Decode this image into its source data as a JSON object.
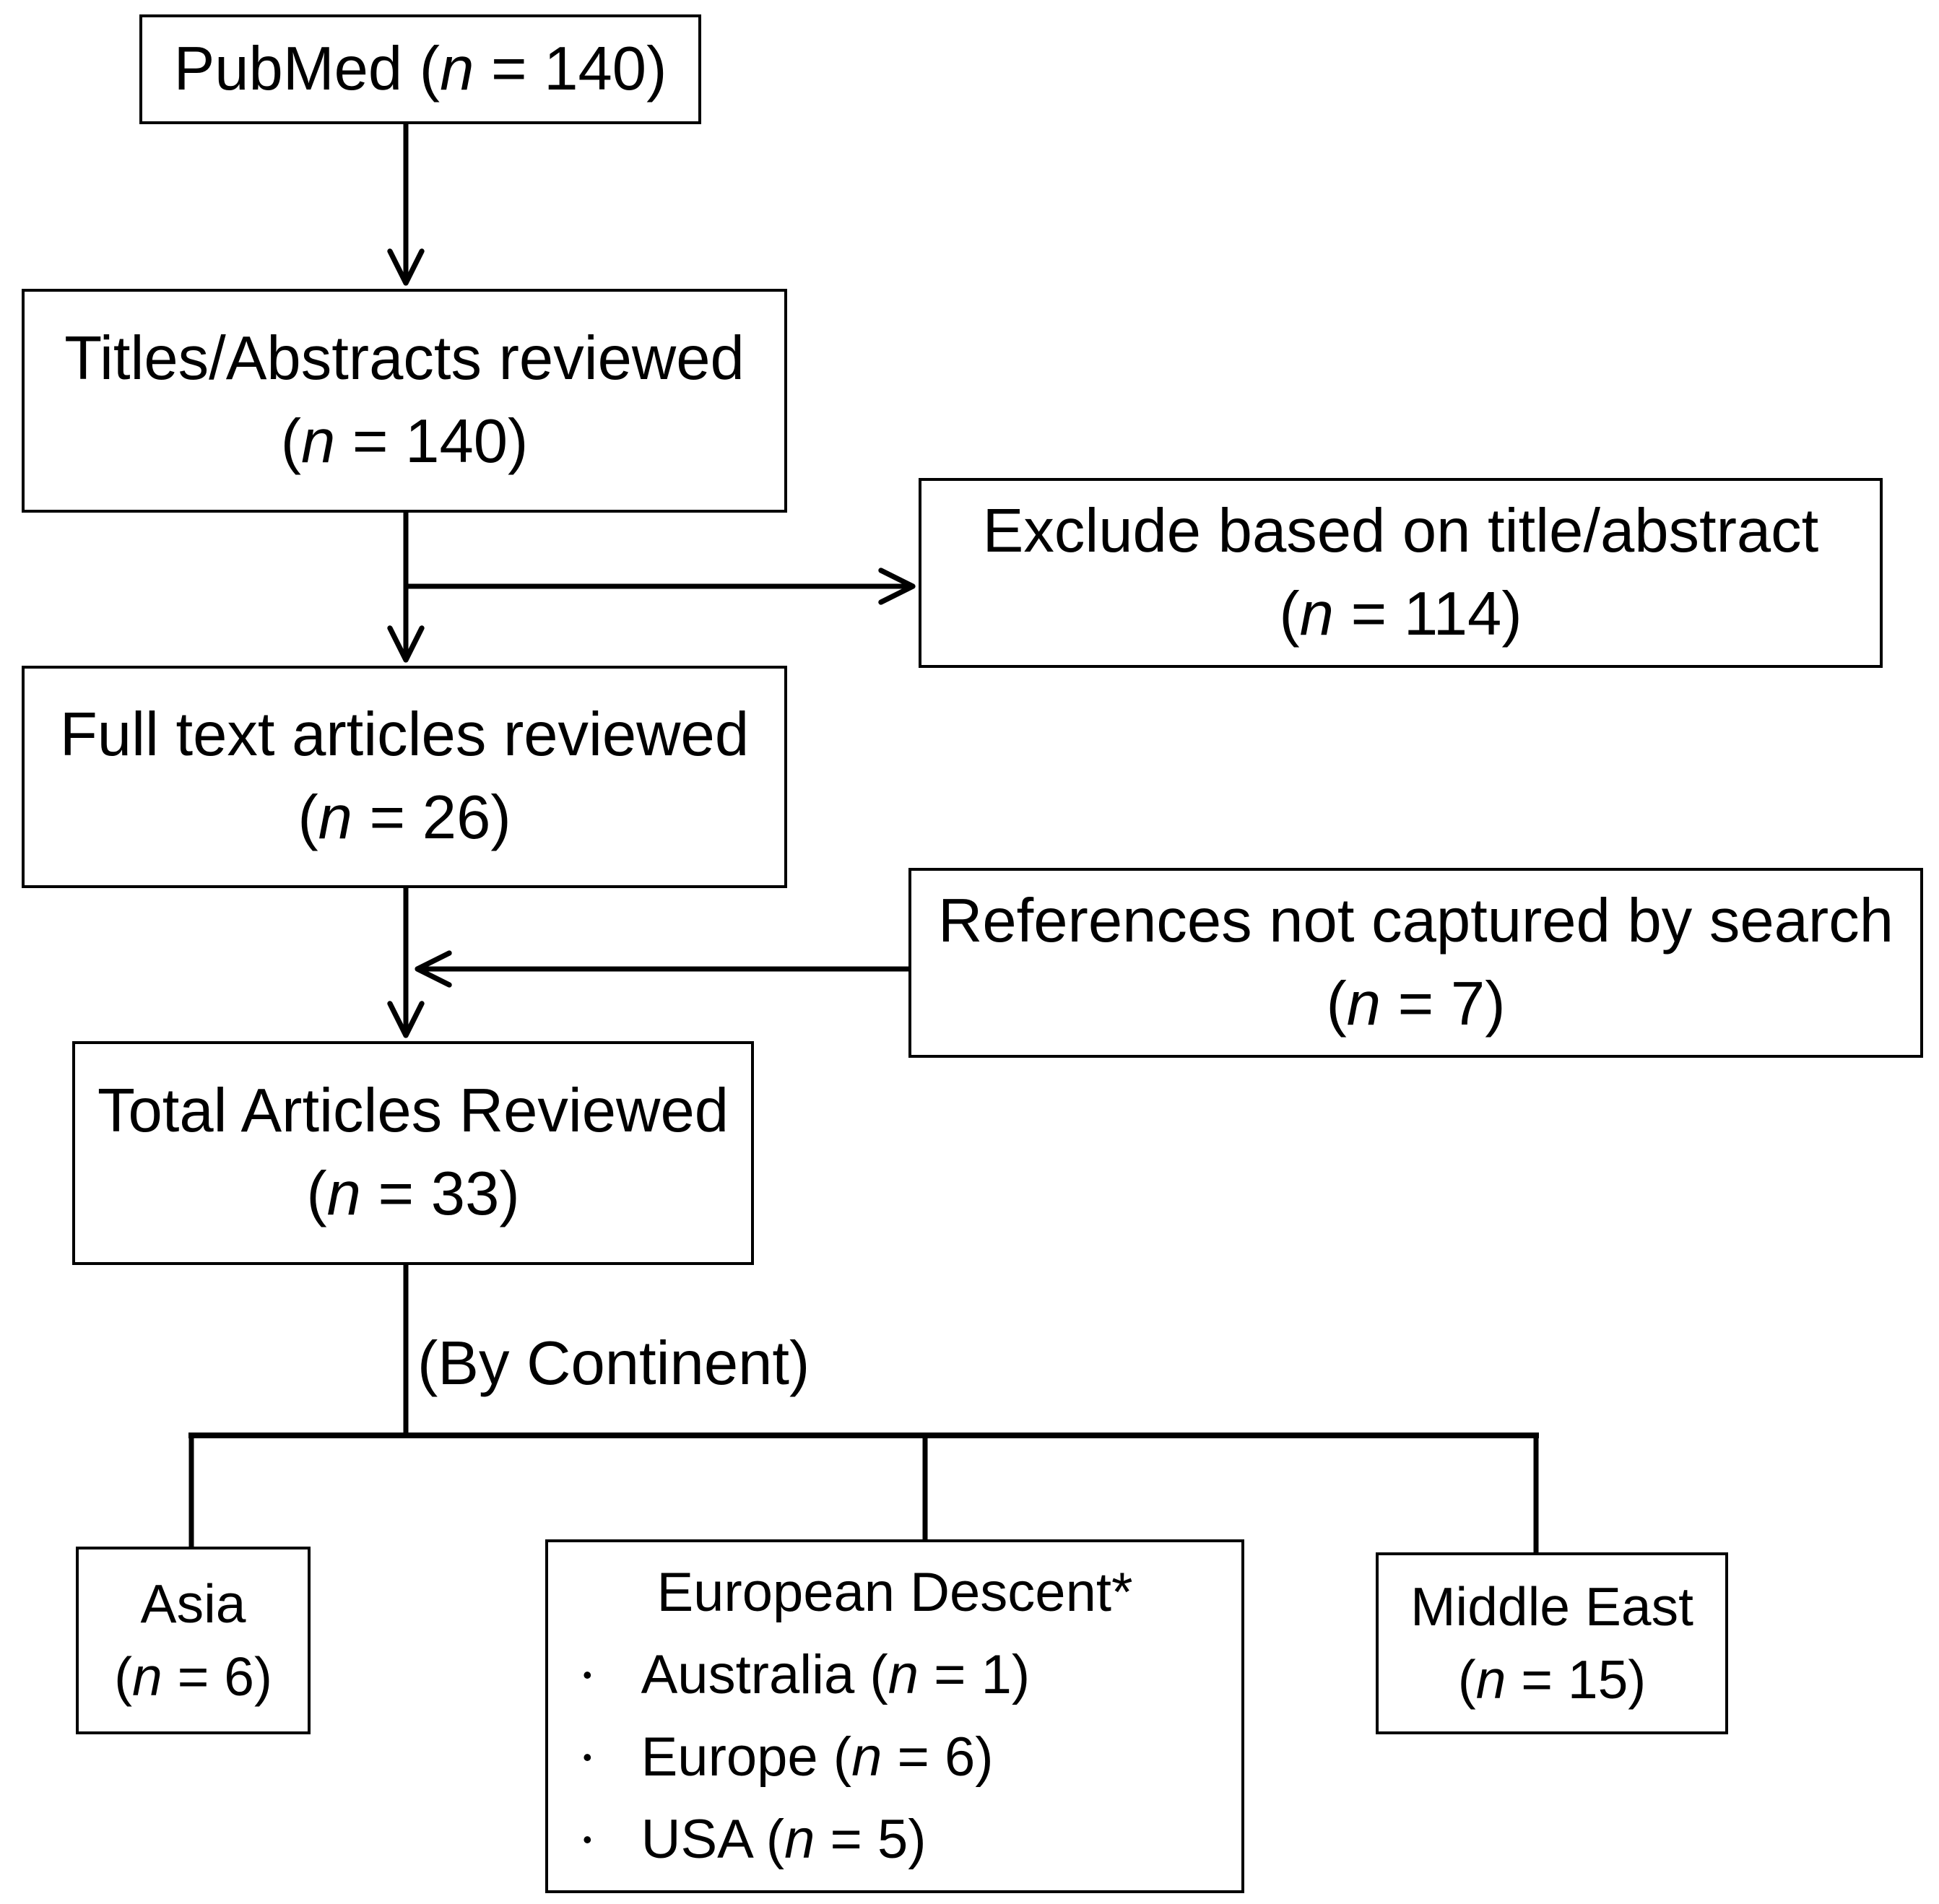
{
  "figure": {
    "background": "#ffffff",
    "line_color": "#000000",
    "text_color": "#000000",
    "boxes": {
      "pubmed": {
        "text": "PubMed (n = 140)"
      },
      "titles_reviewed": {
        "line1": "Titles/Abstracts reviewed",
        "line2": "(n = 140)"
      },
      "exclude": {
        "line1": "Exclude based on title/abstract",
        "line2": "(n = 114)"
      },
      "full_text": {
        "line1": "Full text articles reviewed",
        "line2": "(n = 26)"
      },
      "references": {
        "line1": "References not captured by search",
        "line2": "(n = 7)"
      },
      "total": {
        "line1": "Total Articles Reviewed",
        "line2": "(n = 33)"
      },
      "asia": {
        "line1": "Asia",
        "line2": "(n = 6)"
      },
      "european_descent": {
        "title": "European Descent*",
        "bullet_icon": "•",
        "items": [
          "Australia (n = 1)",
          "Europe (n = 6)",
          "USA (n = 5)"
        ]
      },
      "middle_east": {
        "line1": "Middle East",
        "line2": "(n = 15)"
      }
    },
    "labels": {
      "by_continent": "(By Continent)"
    }
  }
}
